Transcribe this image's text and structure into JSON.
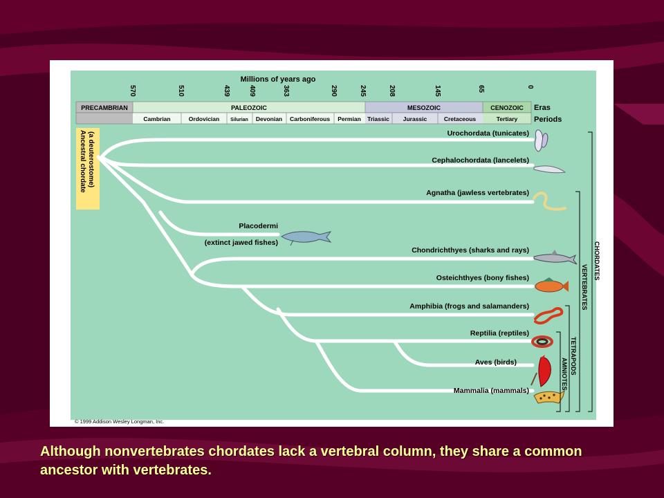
{
  "slide": {
    "caption": "Although nonvertebrates chordates lack a vertebral column, they share a common ancestor with vertebrates.",
    "colors": {
      "background": "#4a0020",
      "caption": "#ffff99",
      "figure_green": "#9ed8bc",
      "precambrian_header": "#bdbdbd",
      "paleozoic_header": "#d6eed6",
      "mesozoic_header": "#c4c8dc",
      "cenozoic_header": "#a8d8a8",
      "ancestor_box": "#ffe680"
    }
  },
  "figure": {
    "time_axis_title": "Millions of years ago",
    "time_ticks": [
      "570",
      "510",
      "439",
      "409",
      "363",
      "290",
      "245",
      "208",
      "145",
      "65",
      "0"
    ],
    "eras_label": "Eras",
    "periods_label": "Periods",
    "eras": [
      "PRECAMBRIAN",
      "PALEOZOIC",
      "MESOZOIC",
      "CENOZOIC"
    ],
    "periods": [
      "Cambrian",
      "Ordovician",
      "Silurian",
      "Devonian",
      "Carboniferous",
      "Permian",
      "Triassic",
      "Jurassic",
      "Cretaceous",
      "Tertiary"
    ],
    "ancestor": "Ancestral chordate\n(a deuterostome)",
    "ancestor_line1": "Ancestral chordate",
    "ancestor_line2": "(a deuterostome)",
    "taxa": [
      "Urochordata (tunicates)",
      "Cephalochordata (lancelets)",
      "Agnatha (jawless vertebrates)",
      "Placodermi",
      "(extinct jawed fishes)",
      "Chondrichthyes (sharks and rays)",
      "Osteichthyes (bony fishes)",
      "Amphibia (frogs and salamanders)",
      "Reptilia (reptiles)",
      "Aves (birds)",
      "Mammalia (mammals)"
    ],
    "groups": [
      "CHORDATES",
      "VERTEBRATES",
      "TETRAPODS",
      "AMNIOTES"
    ],
    "copyright": "© 1999 Addison Wesley Longman, Inc.",
    "icons": [
      "tunicate-icon",
      "lancelet-icon",
      "lamprey-icon",
      "placoderm-icon",
      "shark-icon",
      "bony-fish-icon",
      "salamander-icon",
      "snake-icon",
      "cardinal-bird-icon",
      "jaguar-icon"
    ]
  }
}
